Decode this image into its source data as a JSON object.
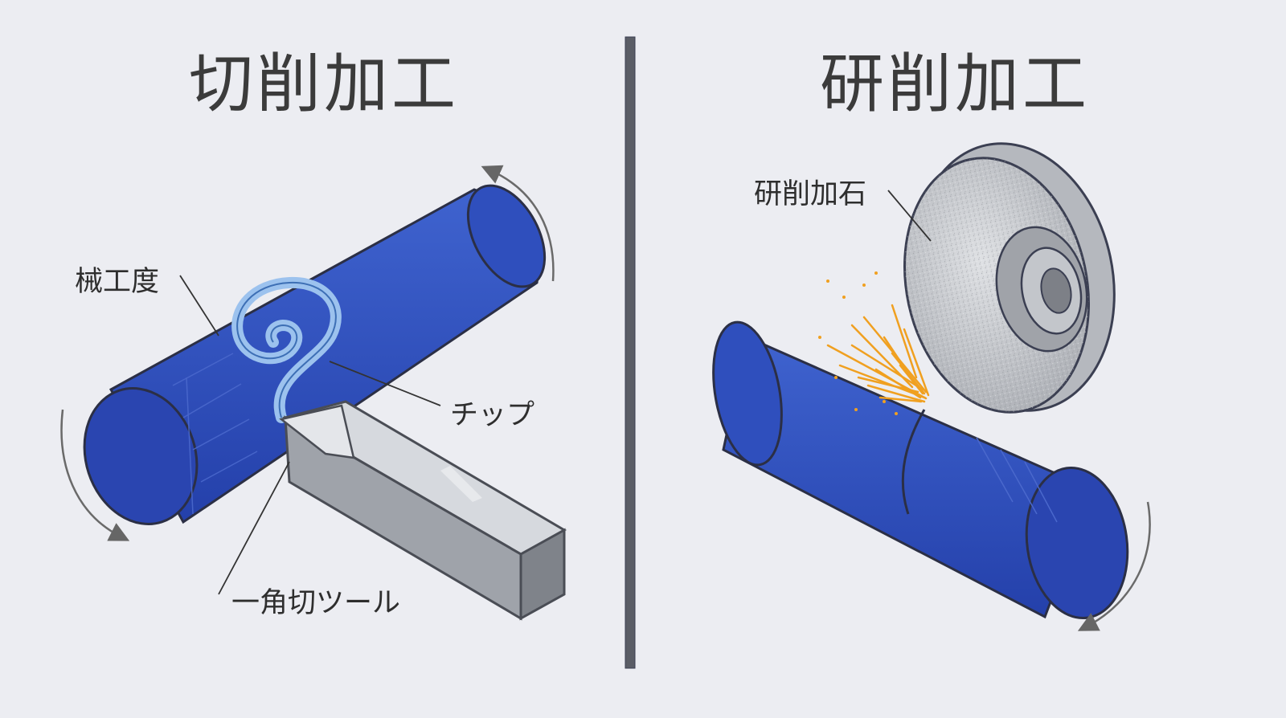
{
  "left": {
    "title": "切削加工",
    "workpiece_label": "械工度",
    "chip_label": "チップ",
    "tool_label": "一角切ツール"
  },
  "right": {
    "title": "研削加工",
    "wheel_label": "研削加石"
  },
  "colors": {
    "background": "#ecedf2",
    "workpiece_blue": "#2f4fbd",
    "outline": "#3b3f52",
    "chip_blue": "#9cc2ee",
    "tool_gray": "#a5a9b0",
    "wheel_gray": "#c9ccd1",
    "spark_orange": "#f0a020",
    "arrow_gray": "#6a6a6a"
  },
  "icons": {
    "rotation_arrow": "curved-arrow-icon"
  }
}
